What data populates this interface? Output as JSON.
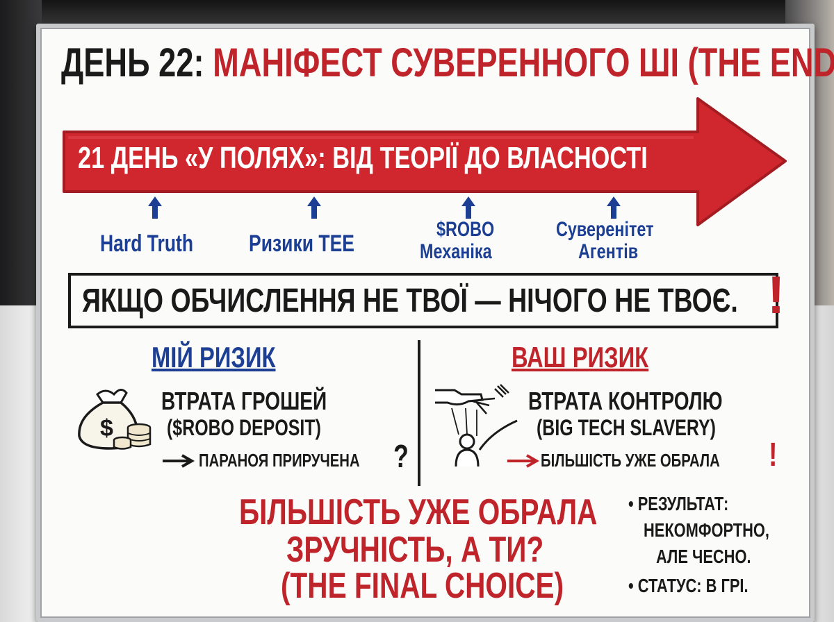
{
  "title": {
    "day": "ДЕНЬ 22:",
    "rest": "МАНІФЕСТ СУВЕРЕННОГО ШІ (THE END)"
  },
  "arrow_banner": "21 ДЕНЬ «У ПОЛЯХ»: ВІД ТЕОРІЇ ДО ВЛАСНОСТІ",
  "milestones": [
    {
      "line1": "Hard Truth",
      "line2": ""
    },
    {
      "line1": "Ризики TEE",
      "line2": ""
    },
    {
      "line1": "$ROBO",
      "line2": "Механіка"
    },
    {
      "line1": "Суверенітет",
      "line2": "Агентів"
    }
  ],
  "manifesto": "ЯКЩО ОБЧИСЛЕННЯ НЕ ТВОЇ — НІЧОГО НЕ ТВОЄ.",
  "manifesto_mark": "!",
  "left": {
    "heading": "МІЙ РИЗИК",
    "line1": "ВТРАТА ГРОШЕЙ",
    "line2": "($ROBO DEPOSIT)",
    "arrow_line": "ПАРАНОЯ ПРИРУЧЕНА",
    "mark": "?",
    "icon": "money-bag-icon",
    "bag_symbol": "$"
  },
  "right": {
    "heading": "ВАШ РИЗИК",
    "line1": "ВТРАТА КОНТРОЛЮ",
    "line2": "(BIG TECH SLAVERY)",
    "arrow_line": "БІЛЬШІСТЬ УЖЕ ОБРАЛА",
    "mark": "!",
    "icon": "puppet-icon"
  },
  "conclusion": {
    "line1": "БІЛЬШІСТЬ УЖЕ ОБРАЛА",
    "line2": "ЗРУЧНІСТЬ, А ТИ?",
    "line3": "(THE FINAL CHOICE)"
  },
  "result": {
    "bullet": "•",
    "label": "РЕЗУЛЬТАТ:",
    "line1": "НЕКОМФОРТНО,",
    "line2": "АЛЕ ЧЕСНО.",
    "status": "СТАТУС: В ГРІ."
  },
  "colors": {
    "red": "#c0242b",
    "blue": "#1c3f94",
    "black": "#1a1a1a",
    "board": "#fbfbfa"
  }
}
